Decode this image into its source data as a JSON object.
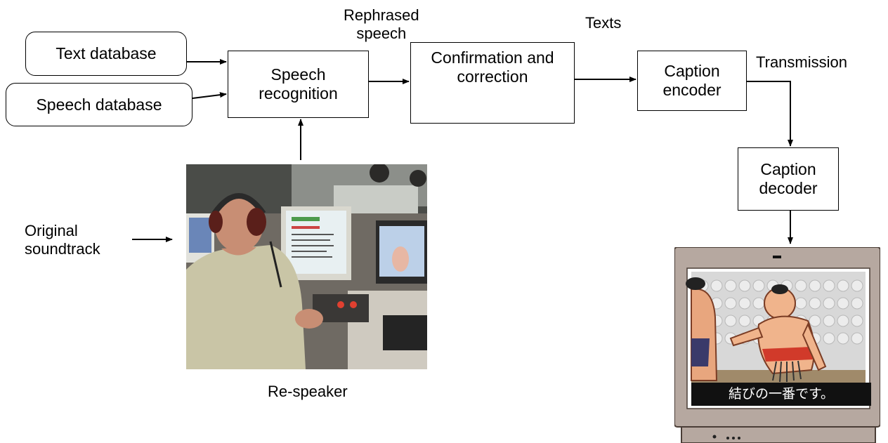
{
  "nodes": {
    "text_database": "Text database",
    "speech_database": "Speech database",
    "speech_recognition": "Speech\nrecognition",
    "confirmation_correction": "Confirmation and\ncorrection",
    "caption_encoder": "Caption\nencoder",
    "caption_decoder": "Caption\ndecoder"
  },
  "labels": {
    "rephrased_speech": "Rephrased\nspeech",
    "texts": "Texts",
    "transmission": "Transmission",
    "original_soundtrack": "Original\nsoundtrack",
    "re_speaker": "Re-speaker"
  },
  "tv": {
    "caption_text": "結びの一番です。"
  }
}
